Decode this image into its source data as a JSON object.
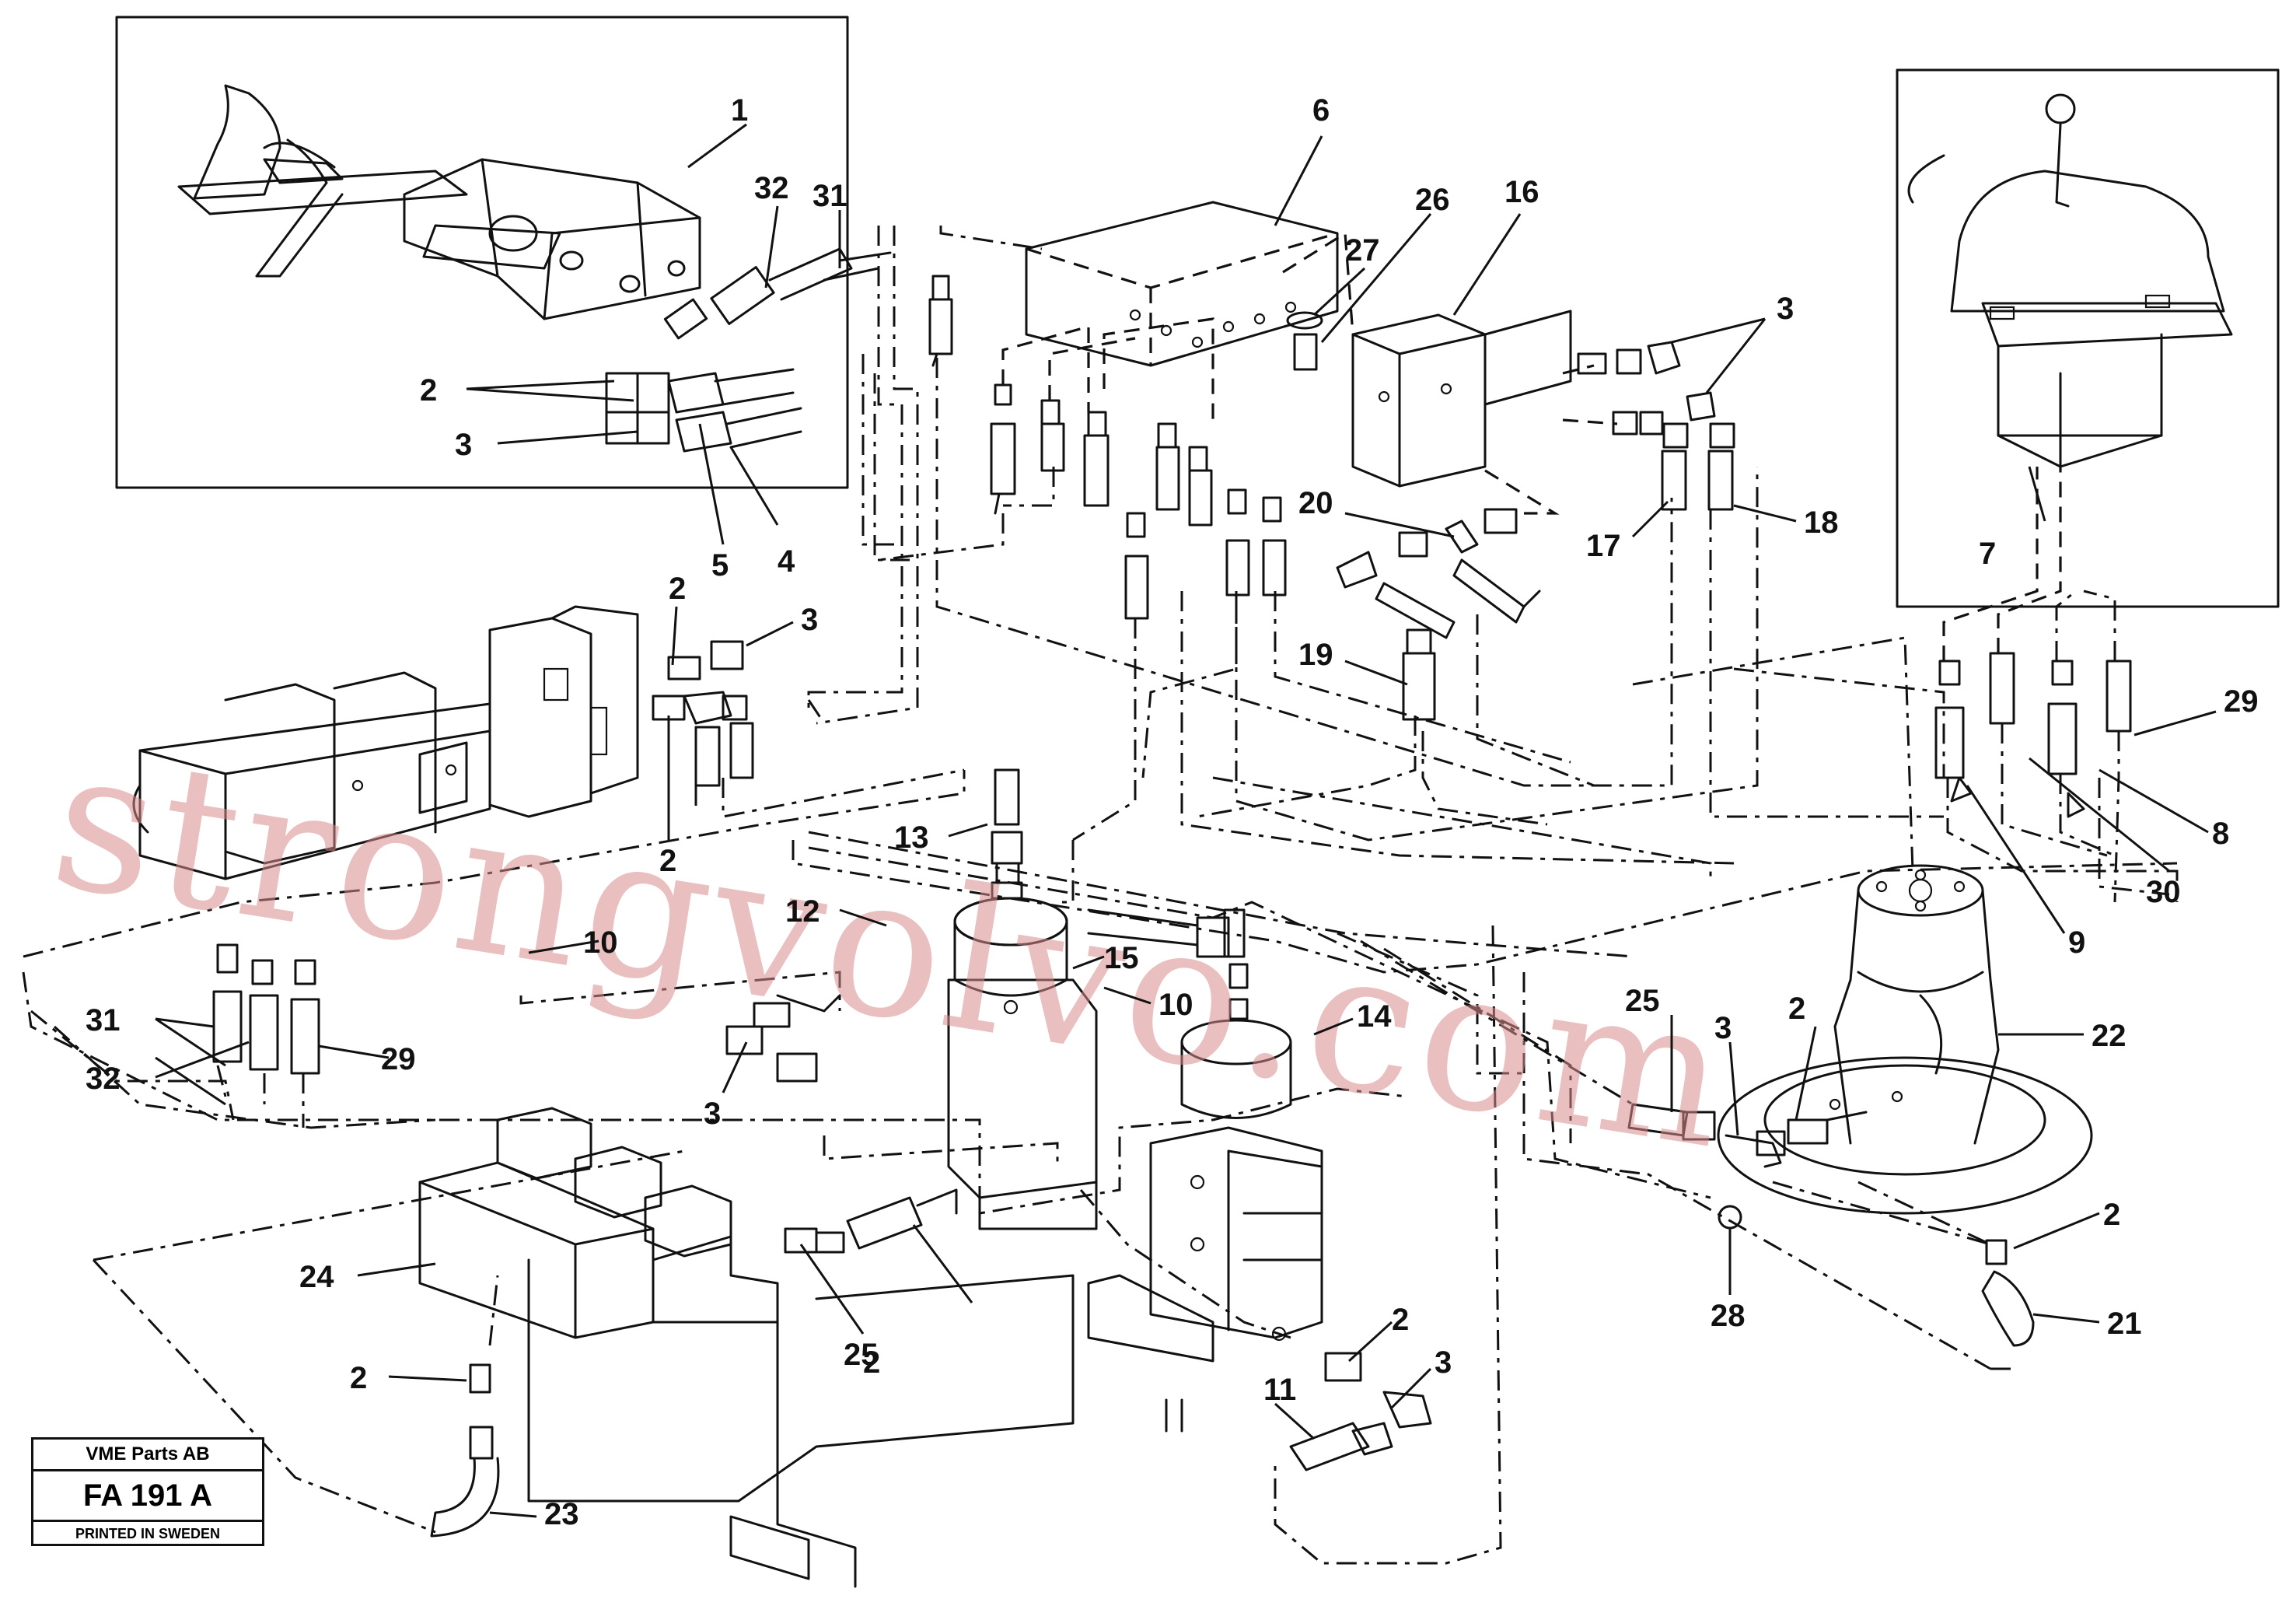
{
  "title_block": {
    "company": "VME Parts AB",
    "drawing_code": "FA 191 A",
    "printed": "PRINTED IN SWEDEN"
  },
  "watermark": "strongvolvo.com",
  "callouts": [
    "1",
    "32",
    "31",
    "6",
    "27",
    "26",
    "16",
    "3",
    "2",
    "3",
    "5",
    "4",
    "2",
    "3",
    "2",
    "20",
    "17",
    "18",
    "7",
    "19",
    "29",
    "8",
    "30",
    "9",
    "13",
    "12",
    "15",
    "10",
    "10",
    "14",
    "31",
    "32",
    "29",
    "3",
    "25",
    "3",
    "2",
    "22",
    "24",
    "2",
    "25",
    "28",
    "2",
    "21",
    "2",
    "3",
    "11",
    "2",
    "23"
  ]
}
